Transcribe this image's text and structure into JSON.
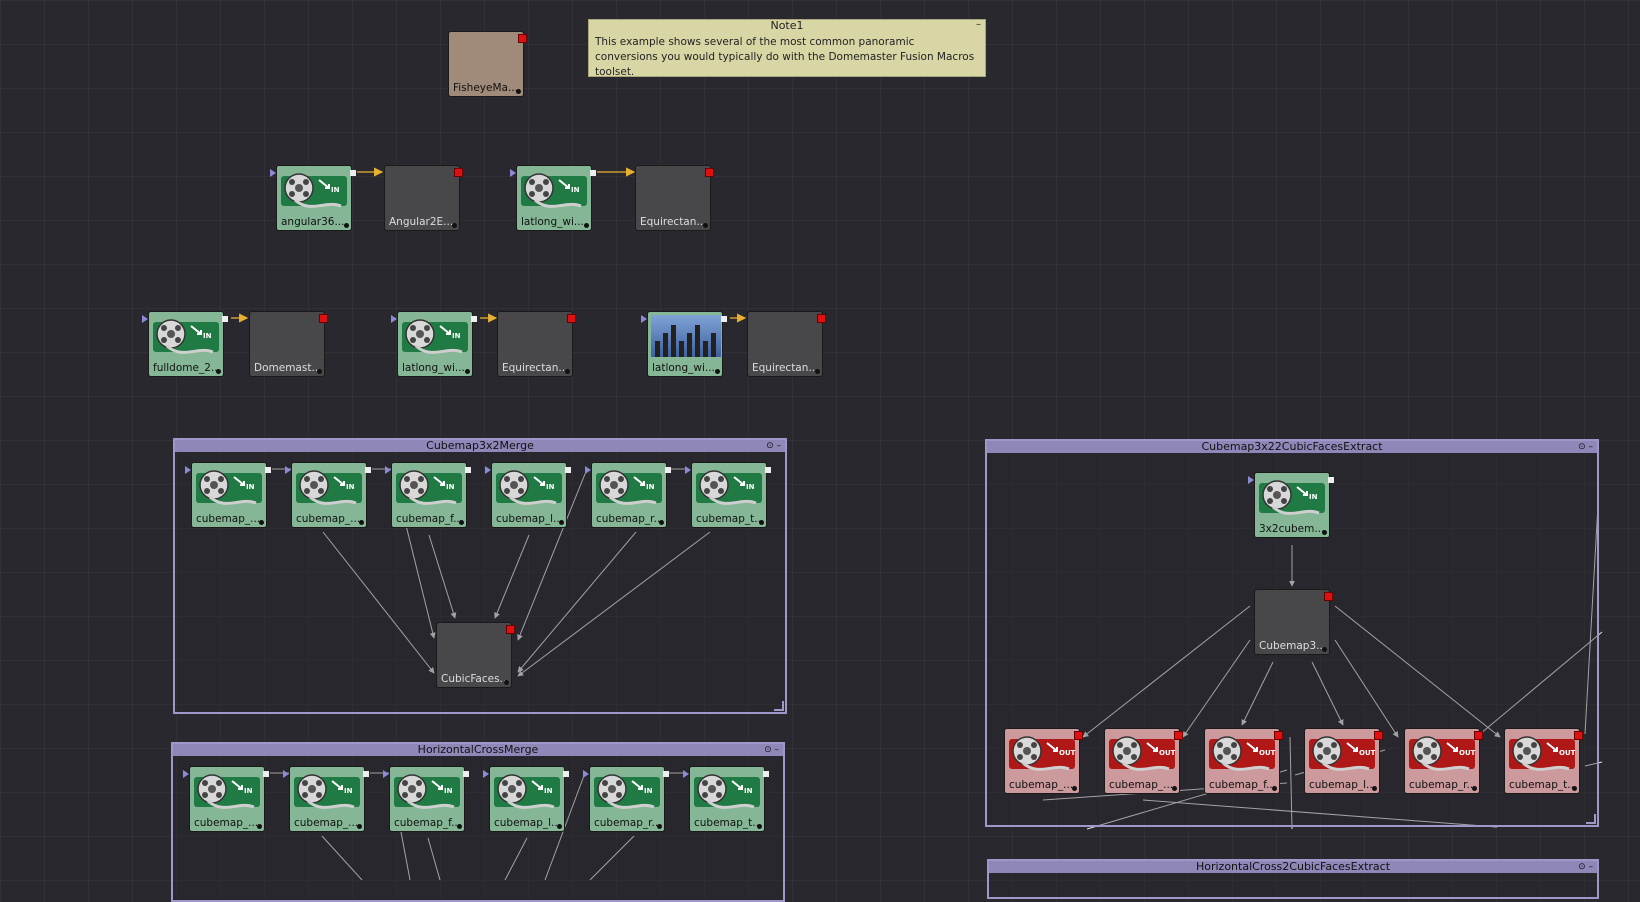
{
  "note": {
    "title": "Note1",
    "body": "This example shows several of the most common panoramic conversions you would typically do with the Domemaster Fusion Macros toolset."
  },
  "groups": {
    "g1": {
      "title": "Cubemap3x2Merge"
    },
    "g2": {
      "title": "HorizontalCrossMerge"
    },
    "g3": {
      "title": "Cubemap3x22CubicFacesExtract"
    },
    "g4": {
      "title": "HorizontalCross2CubicFacesExtract"
    }
  },
  "nodes": {
    "fisheye": "FisheyeMa...",
    "angular_loader": "angular36...",
    "angular_tool": "Angular2E...",
    "latlong_loader_1": "latlong_wi...",
    "equirect_tool_1": "Equirectan...",
    "fulldome_loader": "fulldome_2...",
    "domemaster_tool": "Domemast...",
    "latlong_loader_2": "latlong_wi...",
    "equirect_tool_2": "Equirectan...",
    "latlong_loader_3": "latlong_wi...",
    "equirect_tool_3": "Equirectan...",
    "cm_loader_1": "cubemap_...",
    "cm_loader_2": "cubemap_...",
    "cm_loader_3": "cubemap_f...",
    "cm_loader_4": "cubemap_l...",
    "cm_loader_5": "cubemap_r...",
    "cm_loader_6": "cubemap_t...",
    "cubicfaces_tool": "CubicFaces...",
    "hc_loader_1": "cubemap_...",
    "hc_loader_2": "cubemap_...",
    "hc_loader_3": "cubemap_f...",
    "hc_loader_4": "cubemap_l...",
    "hc_loader_5": "cubemap_r...",
    "hc_loader_6": "cubemap_t...",
    "extract_loader": "3x2cubem...",
    "extract_tool": "Cubemap3...",
    "saver_1": "cubemap_...",
    "saver_2": "cubemap_...",
    "saver_3": "cubemap_f...",
    "saver_4": "cubemap_l...",
    "saver_5": "cubemap_r...",
    "saver_6": "cubemap_t..."
  },
  "badges": {
    "in": "IN",
    "out": "OUT"
  },
  "colors": {
    "background": "#28282e",
    "loader": "#85b796",
    "saver": "#cc9a9c",
    "tool": "#48484b",
    "group_border": "#9f97c7",
    "note": "#d9d6a6",
    "wire_main": "#e8b030",
    "wire_white": "#e6e6e6"
  }
}
